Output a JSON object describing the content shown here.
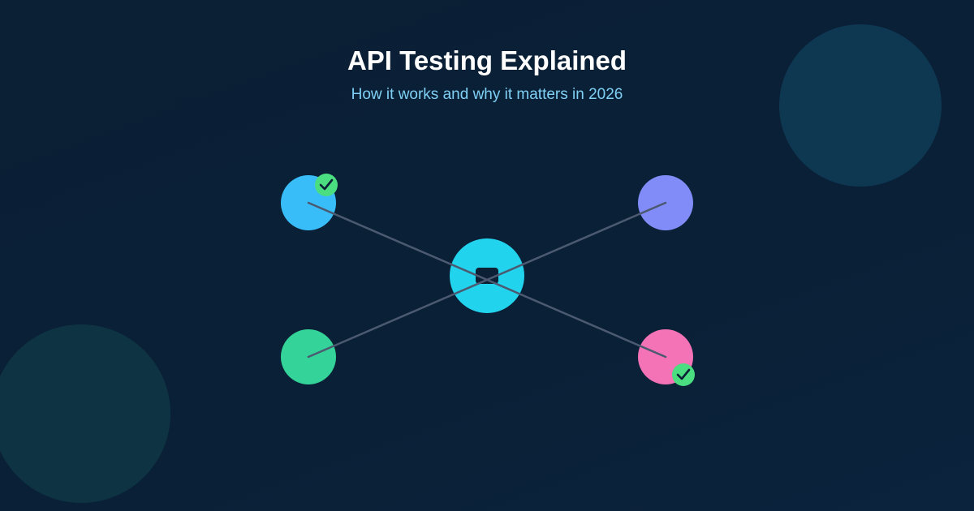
{
  "header": {
    "title": "API Testing Explained",
    "subtitle": "How it works and why it matters in 2026"
  },
  "diagram": {
    "hub": {
      "name": "api-hub",
      "color": "#22d3ee",
      "inner_color": "#0b1f35"
    },
    "nodes": [
      {
        "name": "client-node-top-left",
        "color": "#38bdf8",
        "status": "passed"
      },
      {
        "name": "client-node-top-right",
        "color": "#818cf8",
        "status": "none"
      },
      {
        "name": "client-node-bottom-left",
        "color": "#34d399",
        "status": "none"
      },
      {
        "name": "client-node-bottom-right",
        "color": "#f472b6",
        "status": "passed"
      }
    ],
    "connector_color": "#4b5a70",
    "check_badge_color": "#4ade80",
    "check_mark_color": "#0b1f35"
  }
}
